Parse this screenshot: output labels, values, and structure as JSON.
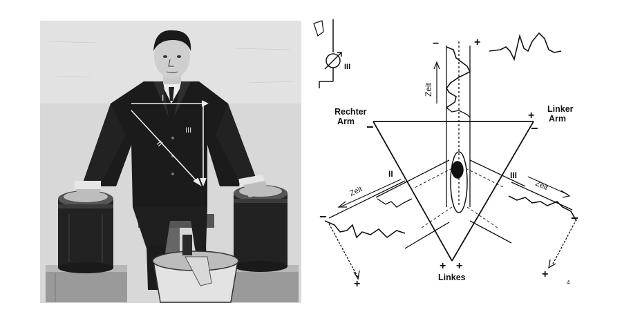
{
  "photo": {
    "arrow_labels": {
      "lead_one": "I",
      "lead_two": "II",
      "lead_three": "III"
    }
  },
  "diagram": {
    "galvanometer_label": "III",
    "right_arm": {
      "line1": "Rechter",
      "line2": "Arm",
      "sign": "−"
    },
    "left_arm": {
      "line1": "Linker",
      "line2": "Arm",
      "sign": "+"
    },
    "top_axis": {
      "label": "Zeit",
      "sign_minus": "−",
      "sign_plus": "+"
    },
    "lead_two": {
      "label": "II",
      "time_label": "Zeit",
      "sign_minus": "−",
      "sign_plus": "+"
    },
    "lead_three": {
      "label": "III",
      "time_label": "Zeit",
      "sign_minus": "−",
      "sign_plus": "+"
    },
    "left_leg": {
      "label": "Linkes",
      "sign_left": "+",
      "sign_right": "+"
    },
    "footer_mark": "4"
  },
  "colors": {
    "ink": "#111111",
    "photo_paper": "#d7d7d7",
    "background": "#ffffff"
  }
}
